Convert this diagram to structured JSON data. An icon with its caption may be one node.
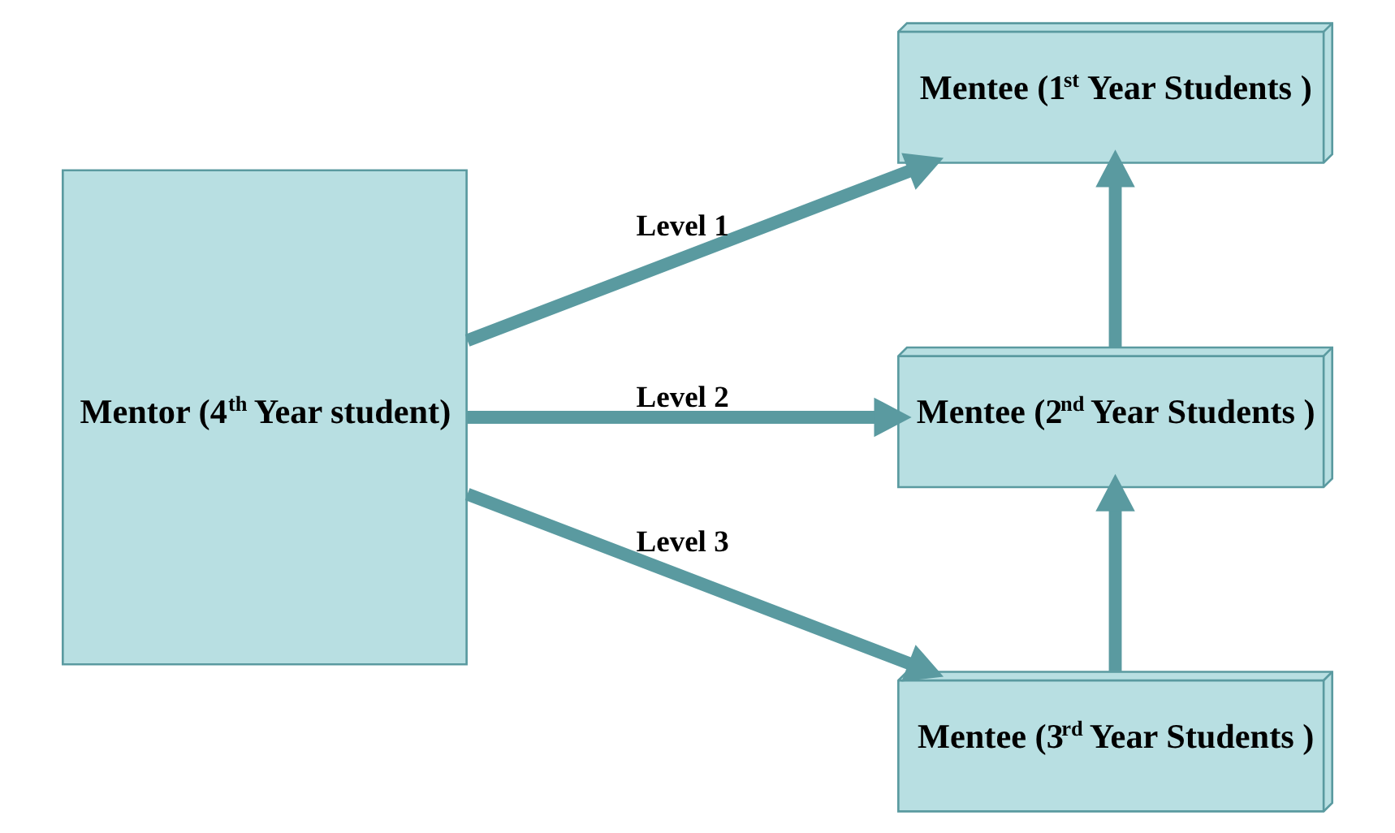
{
  "diagram": {
    "nodes": [
      {
        "text": [
          "Mentor (4$^{th}$ Year student)"
        ]
      },
      {
        "text": [
          "Mentee (1$^{st}$ Year Students )"
        ]
      },
      {
        "text": [
          "Mentee (2$^{nd}$ Year Students )"
        ]
      },
      {
        "text": [
          "Mentee (3$^{rd}$ Year Students )"
        ]
      }
    ],
    "edges": [
      {
        "from": 0,
        "to": 1,
        "arrow": "to",
        "label": "Level 1"
      },
      {
        "from": 0,
        "to": 2,
        "arrow": "to",
        "label": "Level 2"
      },
      {
        "from": 0,
        "to": 3,
        "arrow": "to",
        "label": "Level 3"
      },
      {
        "from": 3,
        "to": 2,
        "arrow": "to"
      },
      {
        "from": 2,
        "to": 1,
        "arrow": "to"
      }
    ]
  }
}
